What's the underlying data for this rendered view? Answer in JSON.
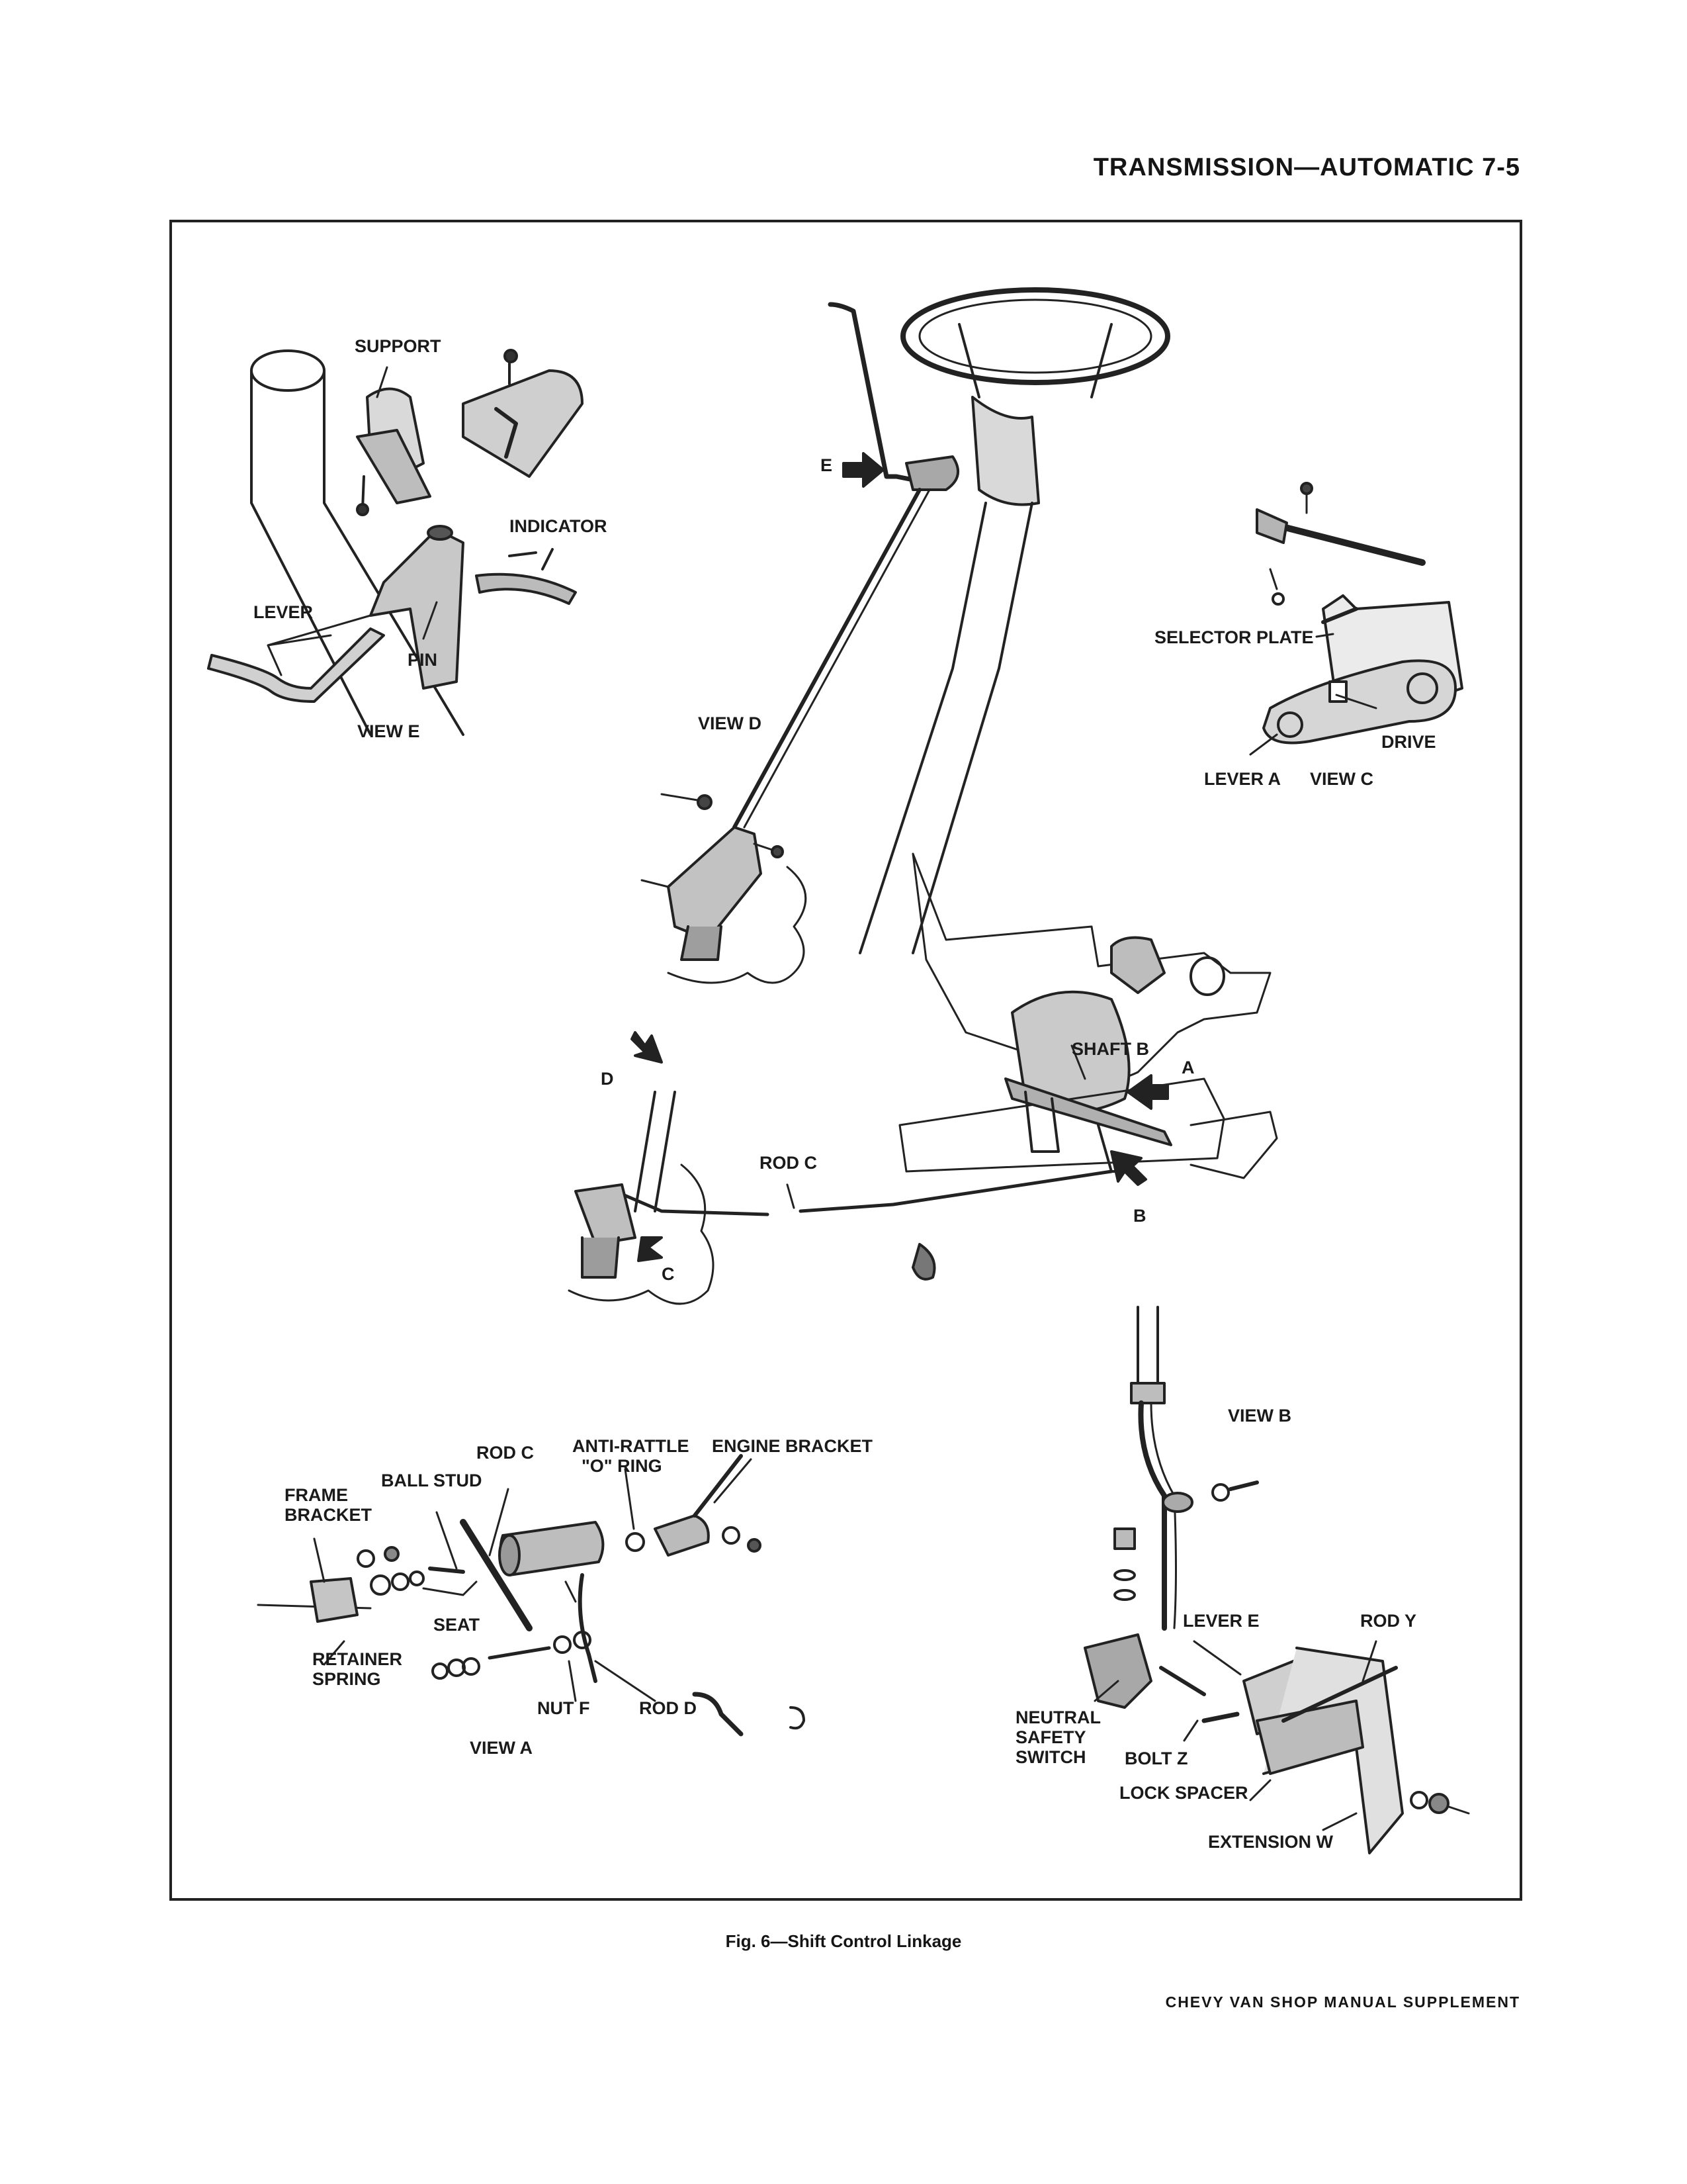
{
  "header": {
    "title": "TRANSMISSION—AUTOMATIC 7-5"
  },
  "labels": {
    "support": "SUPPORT",
    "indicator": "INDICATOR",
    "lever": "LEVER",
    "pin": "PIN",
    "view_e": "VIEW E",
    "arrow_e": "E",
    "view_d": "VIEW D",
    "selector_plate": "SELECTOR PLATE",
    "drive": "DRIVE",
    "lever_a": "LEVER A",
    "view_c": "VIEW C",
    "shaft_b": "SHAFT B",
    "arrow_a": "A",
    "arrow_b": "B",
    "arrow_c": "C",
    "arrow_d": "D",
    "rod_c_main": "ROD C",
    "view_b": "VIEW B",
    "rod_c_view_a": "ROD C",
    "anti_rattle_line1": "ANTI-RATTLE",
    "anti_rattle_line2": "\"O\" RING",
    "engine_bracket": "ENGINE BRACKET",
    "frame_line1": "FRAME",
    "frame_line2": "BRACKET",
    "ball_stud": "BALL STUD",
    "seat": "SEAT",
    "retainer_line1": "RETAINER",
    "retainer_line2": "SPRING",
    "nut_f": "NUT F",
    "rod_d": "ROD D",
    "view_a": "VIEW A",
    "lever_e": "LEVER E",
    "rod_y": "ROD Y",
    "neutral_line1": "NEUTRAL",
    "neutral_line2": "SAFETY",
    "neutral_line3": "SWITCH",
    "bolt_z": "BOLT Z",
    "lock_spacer": "LOCK SPACER",
    "extension_w": "EXTENSION W"
  },
  "caption": "Fig. 6—Shift Control Linkage",
  "footer": "CHEVY VAN SHOP MANUAL SUPPLEMENT"
}
